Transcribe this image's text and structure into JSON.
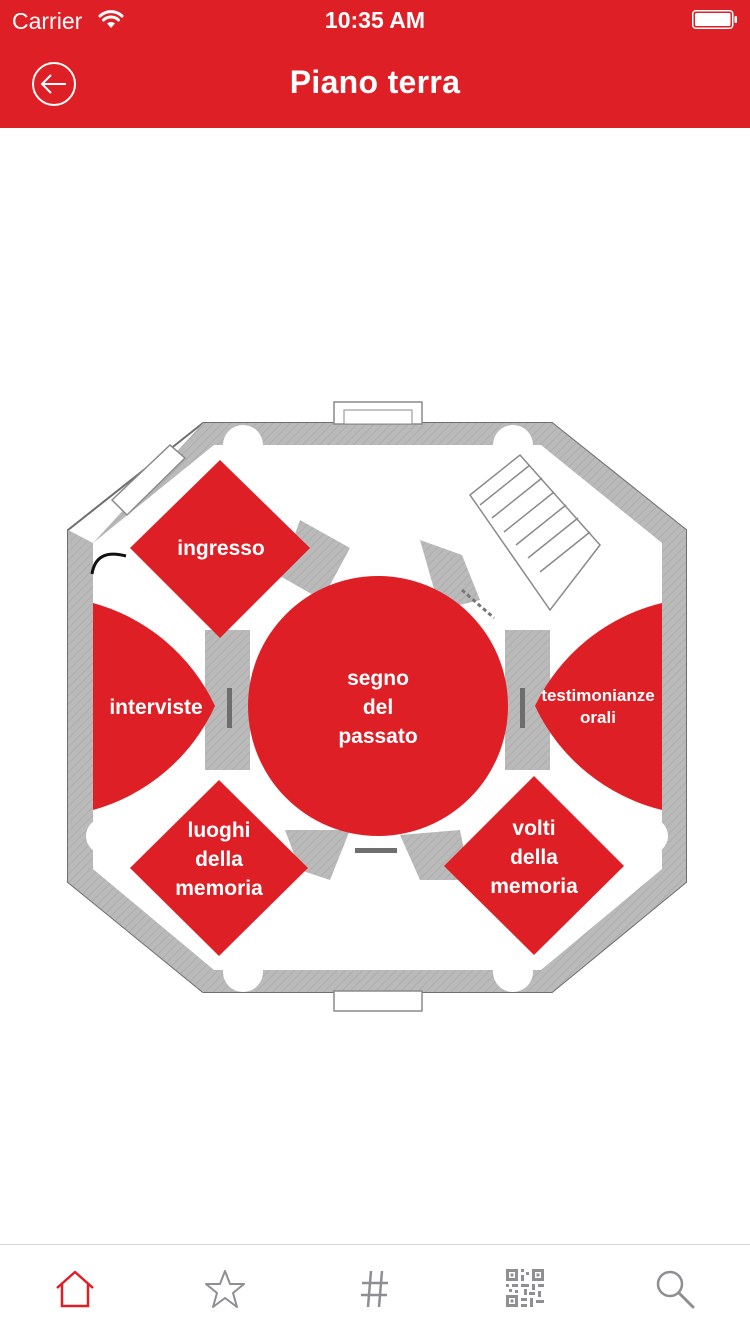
{
  "status_bar": {
    "carrier": "Carrier",
    "time": "10:35 AM"
  },
  "header": {
    "title": "Piano terra",
    "back_icon": "back-arrow-circle-icon"
  },
  "rooms": {
    "ingresso": [
      "ingresso"
    ],
    "interviste": [
      "interviste"
    ],
    "segno": [
      "segno",
      "del",
      "passato"
    ],
    "testimonianze": [
      "testimonianze",
      "orali"
    ],
    "luoghi": [
      "luoghi",
      "della",
      "memoria"
    ],
    "volti": [
      "volti",
      "della",
      "memoria"
    ]
  },
  "tabs": [
    {
      "icon": "home-icon",
      "active": true
    },
    {
      "icon": "star-icon",
      "active": false
    },
    {
      "icon": "hashtag-icon",
      "active": false
    },
    {
      "icon": "qr-code-icon",
      "active": false
    },
    {
      "icon": "search-icon",
      "active": false
    }
  ],
  "colors": {
    "accent": "#de1f26",
    "wall": "#b9b9b9",
    "inactive_icon": "#8e8e93"
  }
}
